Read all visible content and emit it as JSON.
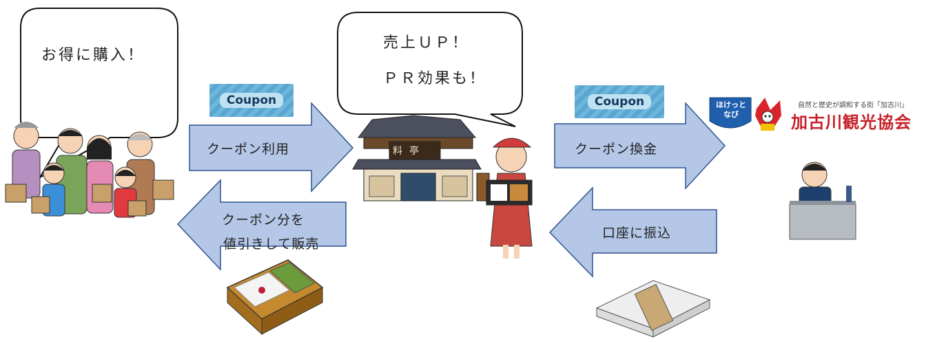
{
  "bubbles": {
    "customer": "お得に購入！",
    "shop_line1": "売上ＵＰ！",
    "shop_line2": "ＰＲ効果も！"
  },
  "coupon_text": "Coupon",
  "arrows": {
    "coupon_use": "クーポン利用",
    "discount_line1": "クーポン分を",
    "discount_line2": "値引きして販売",
    "coupon_exchange": "クーポン換金",
    "bank_transfer": "口座に振込"
  },
  "shop_sign": "料亭",
  "organization": {
    "name": "加古川観光協会",
    "tagline": "自然と歴史が調和する街「加古川」",
    "logo_text": "ほけっと\nなび"
  },
  "colors": {
    "arrow_fill": "#b4c7e7",
    "arrow_stroke": "#2f528f",
    "org_red": "#c71f27",
    "logo_blue": "#1f5fae"
  },
  "icons": [
    "family-illustration",
    "restaurant-illustration",
    "waitress-illustration",
    "bento-illustration",
    "cash-stack-illustration",
    "office-worker-illustration",
    "mascot-icon"
  ]
}
